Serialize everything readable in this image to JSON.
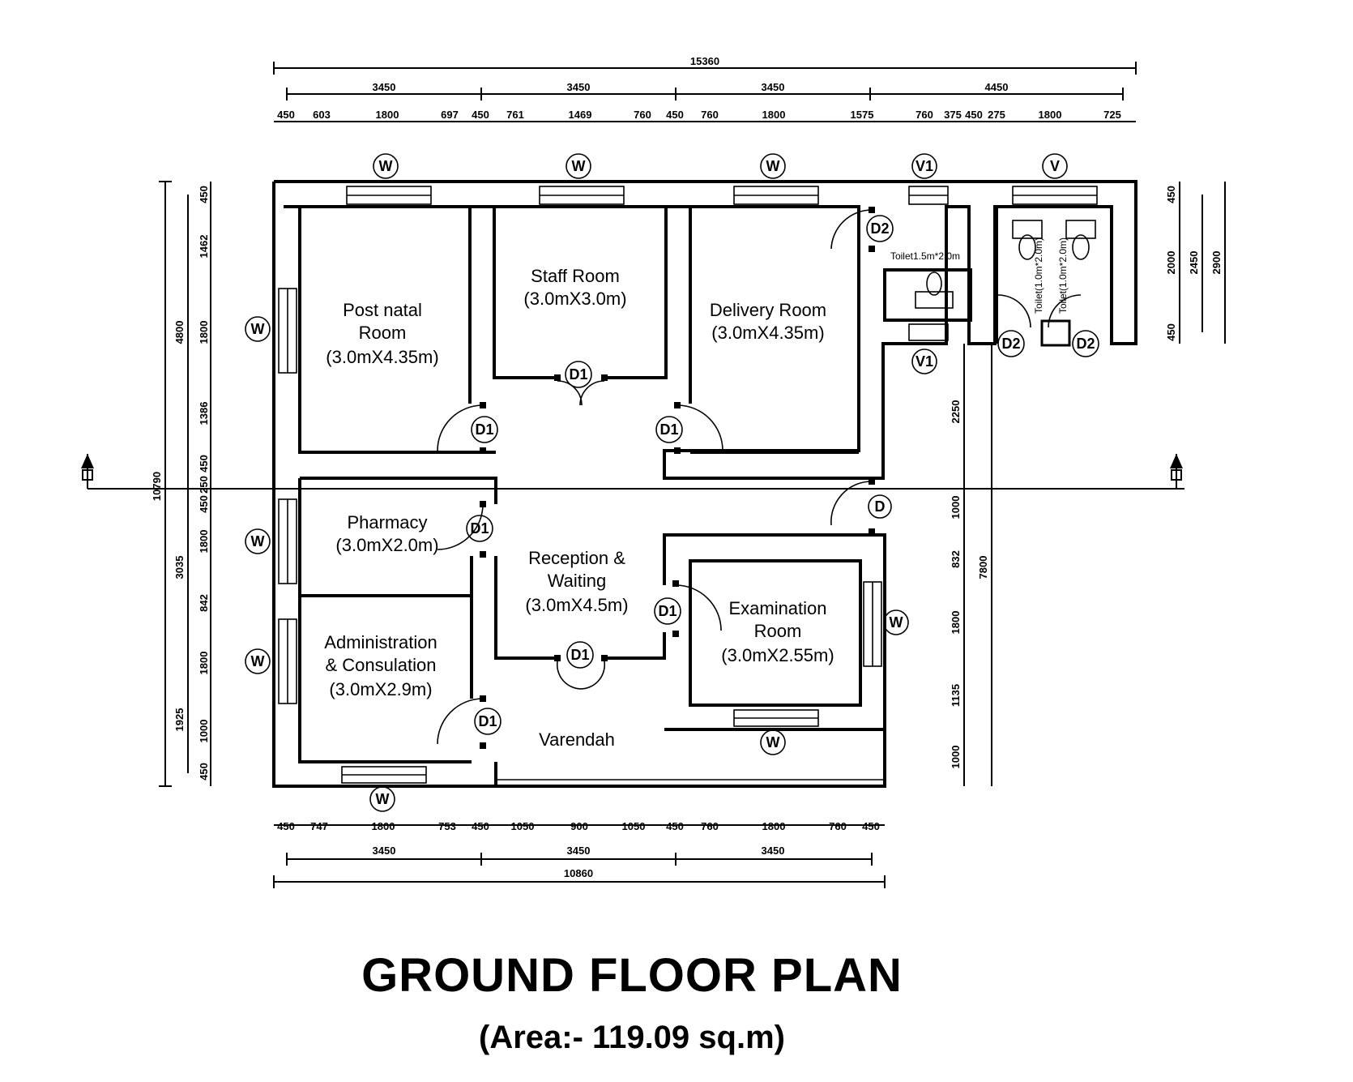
{
  "title": "GROUND FLOOR PLAN",
  "area": "(Area:- 119.09 sq.m)",
  "rooms": {
    "post_natal": [
      "Post natal",
      "Room",
      "(3.0mX4.35m)"
    ],
    "staff": [
      "Staff Room",
      "(3.0mX3.0m)"
    ],
    "delivery": [
      "Delivery Room",
      "(3.0mX4.35m)"
    ],
    "toilet_small": "Toilet1.5m*2.0m",
    "toilet_a": "Toilet(1.0m*2.0m)",
    "toilet_b": "Toilet(1.0m*2.0m)",
    "pharmacy": [
      "Pharmacy",
      "(3.0mX2.0m)"
    ],
    "reception": [
      "Reception &",
      "Waiting",
      "(3.0mX4.5m)"
    ],
    "examination": [
      "Examination",
      "Room",
      "(3.0mX2.55m)"
    ],
    "admin": [
      "Administration",
      "& Consulation",
      "(3.0mX2.9m)"
    ],
    "varendah": "Varendah"
  },
  "tags": {
    "W": "W",
    "V": "V",
    "V1": "V1",
    "D": "D",
    "D1": "D1",
    "D2": "D2"
  },
  "dims_top": {
    "overall": "15360",
    "bays": [
      "3450",
      "3450",
      "3450",
      "4450"
    ],
    "detail": [
      "450",
      "603",
      "1800",
      "697",
      "450",
      "761",
      "1469",
      "760",
      "450",
      "760",
      "1800",
      "1575",
      "760",
      "375",
      "450",
      "275",
      "1800",
      "725"
    ]
  },
  "dims_bottom": {
    "overall": "10860",
    "bays": [
      "3450",
      "3450",
      "3450"
    ],
    "detail": [
      "450",
      "747",
      "1800",
      "753",
      "450",
      "1050",
      "900",
      "1050",
      "450",
      "760",
      "1800",
      "760",
      "450"
    ]
  },
  "dims_left": {
    "overall": "10790",
    "upper": "4800",
    "lower_a": "3035",
    "lower_b": "1925",
    "detail": [
      "450",
      "1462",
      "1800",
      "1386",
      "450",
      "250",
      "450",
      "1800",
      "842",
      "1800",
      "1000",
      "450"
    ]
  },
  "dims_right_main": {
    "overall": "7800",
    "detail": [
      "2250",
      "1000",
      "832",
      "1800",
      "1135",
      "1000"
    ]
  },
  "dims_right_toilet": {
    "overall": "2900",
    "mid": "2450",
    "detail": [
      "450",
      "2000",
      "450"
    ]
  }
}
